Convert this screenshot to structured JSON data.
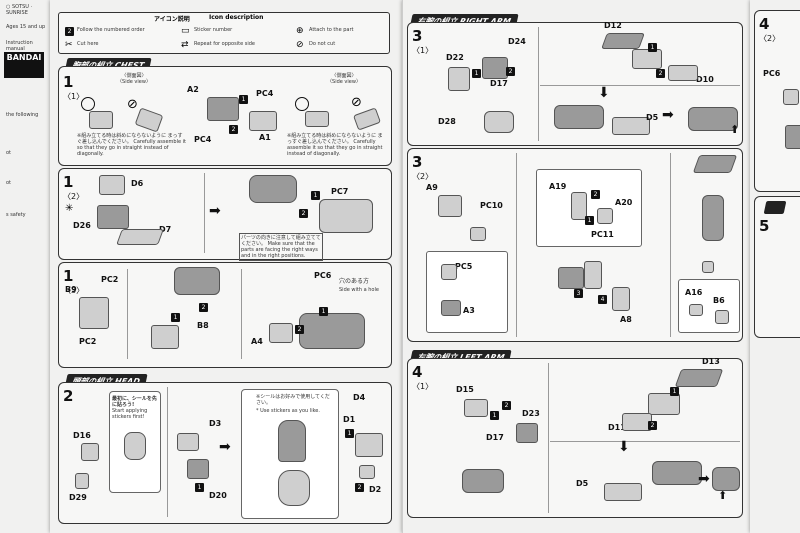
{
  "left_strip": {
    "lines": [
      "○ SOTSU · SUNRISE",
      "Ages 15 and up",
      "Instruction manual",
      "BANDAI",
      "the following",
      "ot",
      "ot",
      "s safety"
    ]
  },
  "icon_bar": {
    "title_jp": "アイコン説明",
    "title_en": "Icon description",
    "items": [
      {
        "label": "Follow the numbered order"
      },
      {
        "label": "Cut here"
      },
      {
        "label": "Sticker number"
      },
      {
        "label": "Repeat for opposite side"
      },
      {
        "label": "Attach to the part"
      },
      {
        "label": "Do not cut"
      }
    ]
  },
  "sections": {
    "chest": {
      "title_jp": "胸部の組立",
      "title_en": "CHEST"
    },
    "head": {
      "title_jp": "頭部の組立",
      "title_en": "HEAD"
    },
    "right_arm": {
      "title_jp": "右腕の組立",
      "title_en": "RIGHT ARM"
    },
    "left_arm": {
      "title_jp": "左腕の組立",
      "title_en": "LEFT ARM"
    }
  },
  "steps": {
    "s1_1": {
      "num": "1",
      "sub": "〈1〉"
    },
    "s1_2": {
      "num": "1",
      "sub": "〈2〉"
    },
    "s1_3": {
      "num": "1",
      "sub": "〈3〉"
    },
    "s2": {
      "num": "2"
    },
    "s3_1": {
      "num": "3",
      "sub": "〈1〉"
    },
    "s3_2": {
      "num": "3",
      "sub": "〈2〉"
    },
    "s4_1": {
      "num": "4",
      "sub": "〈1〉"
    },
    "s4_2": {
      "num": "4",
      "sub": "〈2〉"
    },
    "s5": {
      "num": "5"
    }
  },
  "notes": {
    "side_view": "〈側面図〉 〈Side view〉",
    "assemble_note": "※組み立てる時は斜めにならないように まっすぐ差し込んでください。 Carefully assemble it so that they go in straight instead of diagonally.",
    "parts_note": "パーツの向きに注意して組み立ててください。 Make sure that the parts are facing the right ways and in the right positions.",
    "hole_jp": "穴のある方",
    "hole_en": "Side with a hole",
    "sticker_start_jp": "最初に、シールを先に貼ろう!",
    "sticker_start_en": "Start applying stickers first!",
    "sticker_use_jp": "※シールはお好みで使用してください。",
    "sticker_use_en": "* Use stickers as you like."
  },
  "parts": {
    "a2": "A2",
    "pc4a": "PC4",
    "a1": "A1",
    "pc4b": "PC4",
    "d6": "D6",
    "d26": "D26",
    "d7": "D7",
    "pc7": "PC7",
    "pc2a": "PC2",
    "b9": "B9",
    "pc2b": "PC2",
    "b8": "B8",
    "pc6": "PC6",
    "a4": "A4",
    "d16": "D16",
    "d3": "D3",
    "d20": "D20",
    "d29": "D29",
    "d4": "D4",
    "d1": "D1",
    "d2": "D2",
    "d24": "D24",
    "d22": "D22",
    "d17a": "D17",
    "d28": "D28",
    "d12": "D12",
    "d10": "D10",
    "d5a": "D5",
    "a9": "A9",
    "pc10": "PC10",
    "pc5": "PC5",
    "a3": "A3",
    "a19": "A19",
    "a20": "A20",
    "pc11": "PC11",
    "a8": "A8",
    "a16": "A16",
    "b6": "B6",
    "d15": "D15",
    "d23": "D23",
    "d17b": "D17",
    "d13": "D13",
    "d11": "D11",
    "d5b": "D5",
    "pc6r": "PC6",
    "brand": "BANDAI"
  }
}
